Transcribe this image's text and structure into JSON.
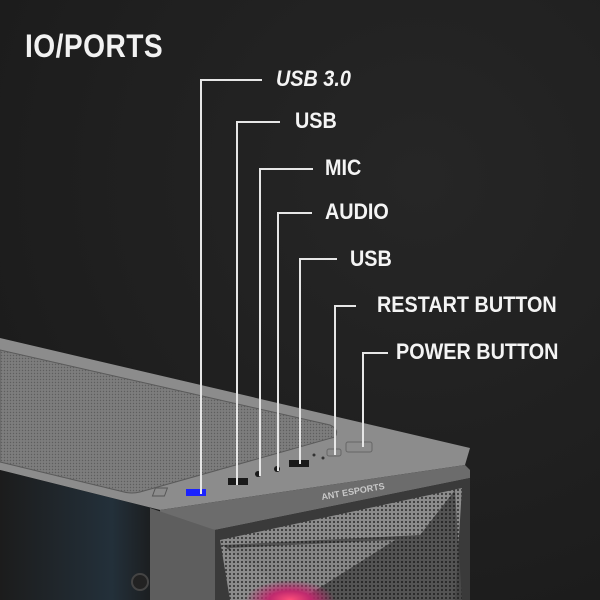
{
  "title": "IO/PORTS",
  "brand_logo_text": "ANT ESPORTS",
  "colors": {
    "background": "#1f1f1f",
    "text": "#f4f4f4",
    "leader_line": "#e6e6e6",
    "case_top": "#8a8a8a",
    "case_strip": "#6e6e6e",
    "usb3_port_blue": "#1a22ff",
    "front_glow": "#e0306a"
  },
  "callouts": [
    {
      "id": "usb3",
      "label": "USB 3.0",
      "italic": true
    },
    {
      "id": "usb-1",
      "label": "USB",
      "italic": false
    },
    {
      "id": "mic",
      "label": "MIC",
      "italic": false
    },
    {
      "id": "audio",
      "label": "AUDIO",
      "italic": false
    },
    {
      "id": "usb-2",
      "label": "USB",
      "italic": false
    },
    {
      "id": "restart",
      "label": "RESTART BUTTON",
      "italic": false
    },
    {
      "id": "power",
      "label": "POWER BUTTON",
      "italic": false
    }
  ]
}
